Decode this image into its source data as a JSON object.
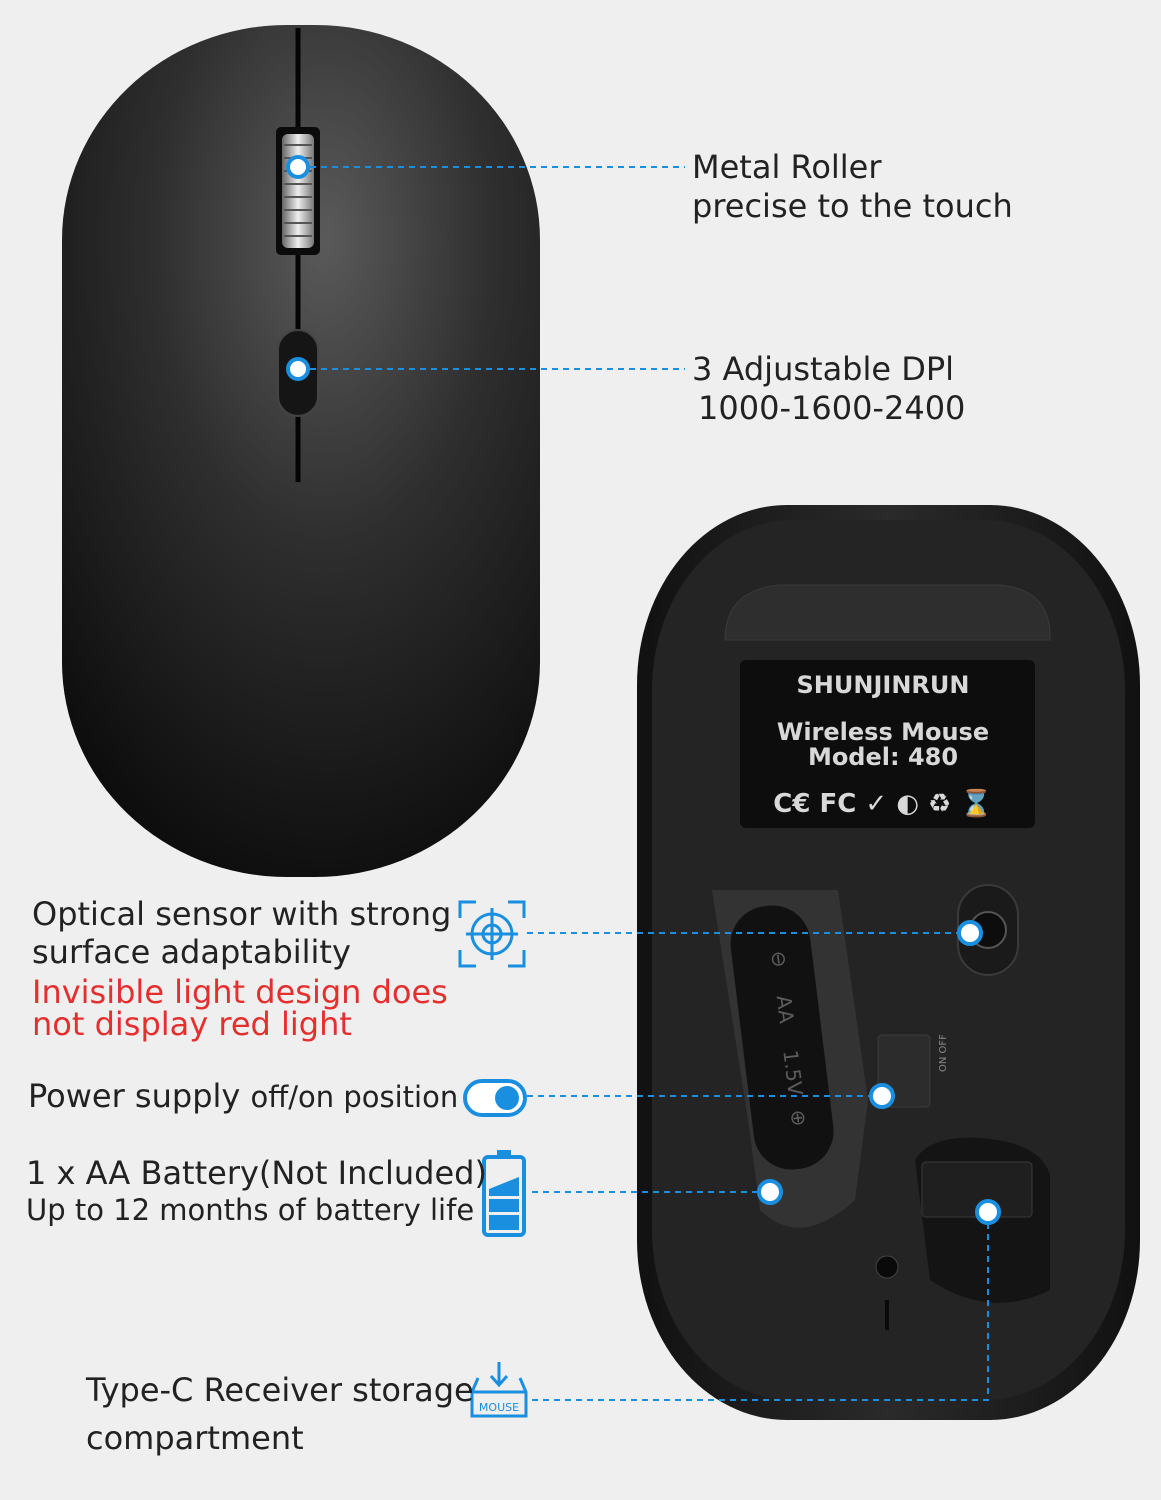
{
  "callouts": {
    "roller": {
      "line1": "Metal Roller",
      "line2": "precise to the touch"
    },
    "dpi": {
      "line1": "3 Adjustable DPl",
      "line2": "1000-1600-2400"
    },
    "sensor": {
      "line1": "Optical sensor with strong",
      "line2": "surface adaptability",
      "note_line1": "Invisible light design does",
      "note_line2": "not display red light"
    },
    "power": {
      "main": "Power supply",
      "sub": "off/on position"
    },
    "battery": {
      "line1": "1 x AA Battery(Not Included)",
      "line2": "Up to 12 months of battery life"
    },
    "receiver": {
      "line1": "Type-C Receiver storage",
      "line2": "compartment"
    }
  },
  "product_label": {
    "brand": "SHUNJINRUN",
    "product": "Wireless Mouse",
    "model": "Model: 480",
    "certs": "C€ FC ✓ ◐ ♻ ⌛"
  },
  "battery_marks": {
    "minus": "⊖",
    "type": "AA",
    "voltage": "1.5V",
    "plus": "⊕"
  },
  "switch_label": "ON OFF",
  "storage_icon_text": "MOUSE",
  "colors": {
    "accent": "#1a8fe0",
    "note_red": "#e52f2f",
    "mouse_black": "#1c1c1c"
  }
}
